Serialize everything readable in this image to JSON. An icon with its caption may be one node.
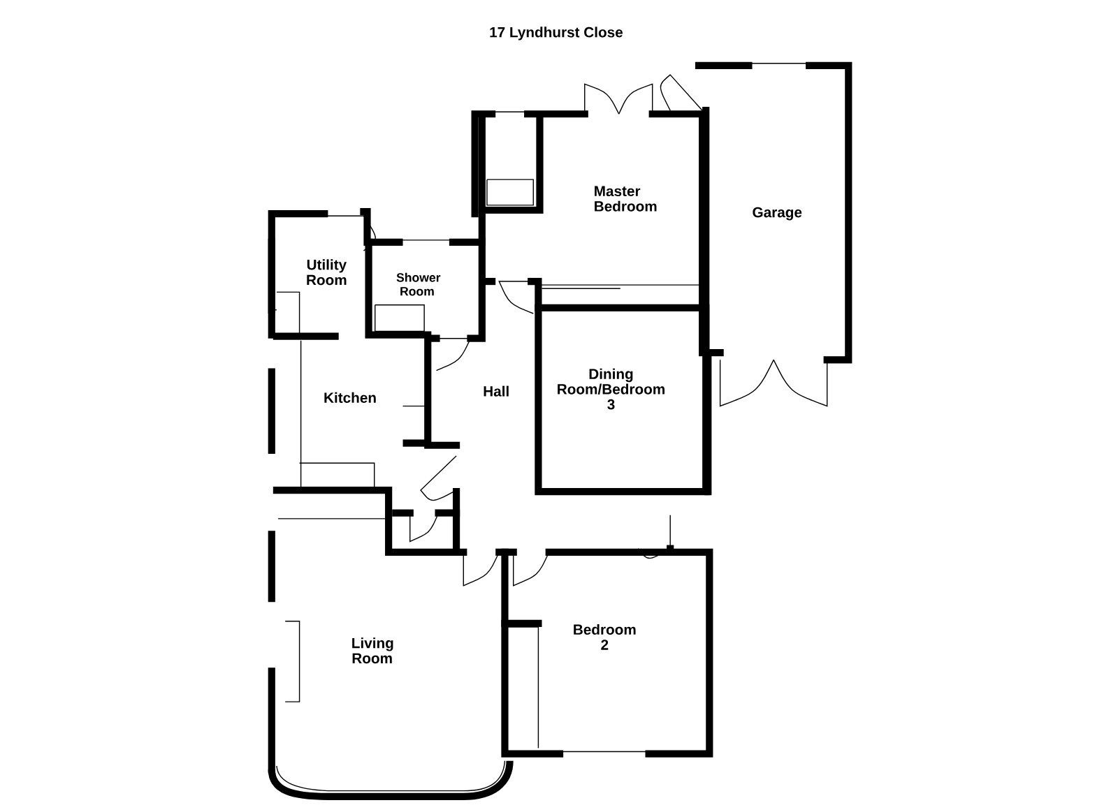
{
  "diagram": {
    "title": "17 Lyndhurst Close",
    "labels": [
      "Master Bedroom",
      "Garage",
      "Utility Room",
      "Shower Room",
      "Kitchen",
      "Hall",
      "Dining Room/Bedroom 3",
      "Living Room",
      "Bedroom 2"
    ]
  }
}
